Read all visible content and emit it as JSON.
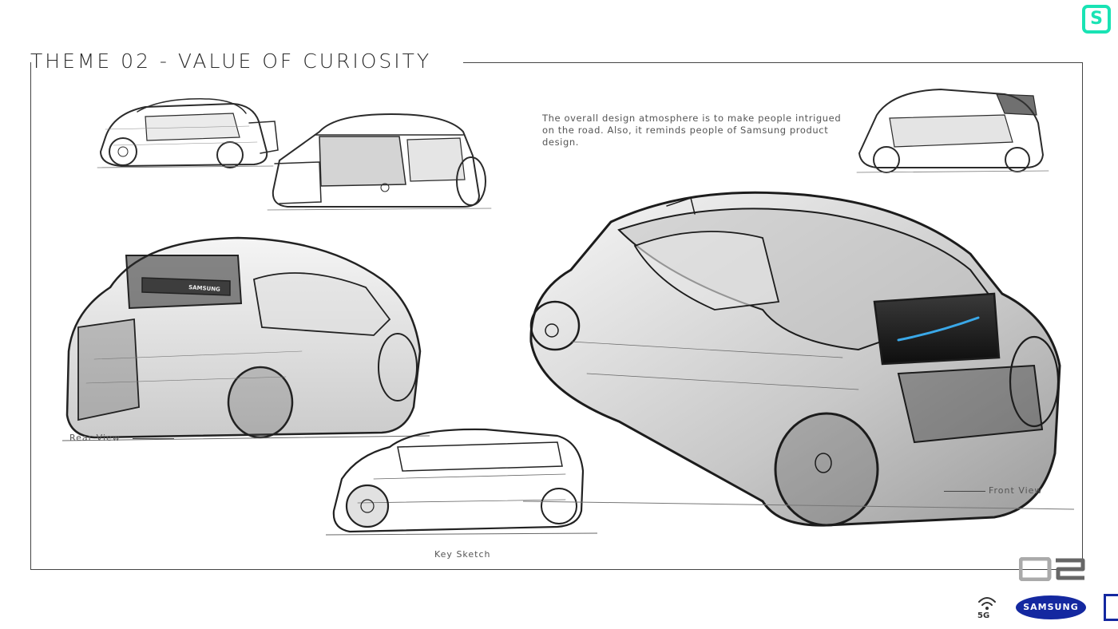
{
  "title": "THEME 02 - VALUE OF CURIOSITY",
  "description": "The overall design atmosphere is to make people intrigued on the road. Also, it reminds people of Samsung product design.",
  "labels": {
    "rear_view": "Rear View",
    "front_view": "Front View",
    "key_sketch": "Key Sketch"
  },
  "page_number": "02",
  "footer": {
    "network_label": "5G",
    "brand_logo_text": "SAMSUNG",
    "vehicle_brand_text": "SAMSUNG"
  },
  "icons": {
    "brand_mark": "s-logo-icon",
    "network": "wifi-5g-icon"
  },
  "colors": {
    "accent": "#19e3b4",
    "brand_blue": "#1428a0",
    "light_bar": "#3aa8e8"
  }
}
